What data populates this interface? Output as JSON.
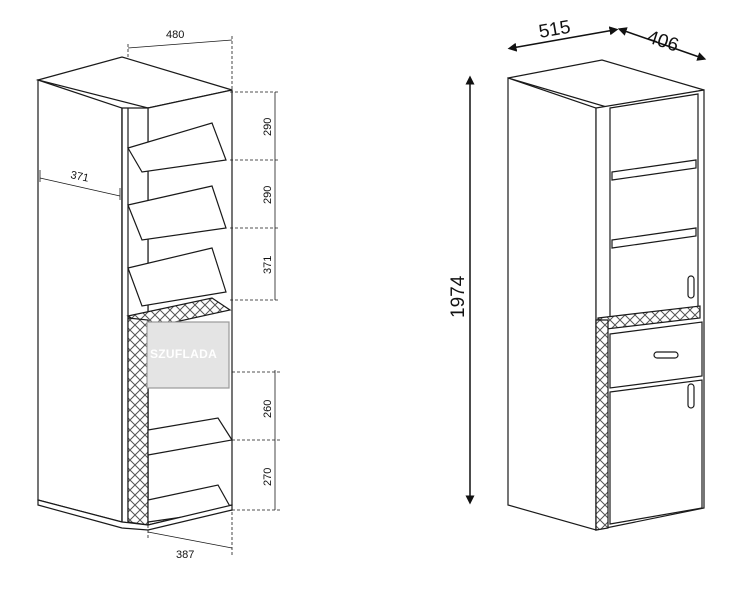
{
  "diagram": {
    "left_view": {
      "top_width": "480",
      "side_depth": "371",
      "bottom_width": "387",
      "shelf_gaps": [
        "290",
        "290",
        "371"
      ],
      "lower_gaps": [
        "260",
        "270"
      ],
      "drawer_label": "SZUFLADA"
    },
    "right_view": {
      "width": "515",
      "depth": "406",
      "height": "1974"
    },
    "colors": {
      "line": "#1a1a1a",
      "panel": "#ffffff",
      "drawer_fill": "#e4e4e4",
      "hatch": "#555555"
    }
  }
}
